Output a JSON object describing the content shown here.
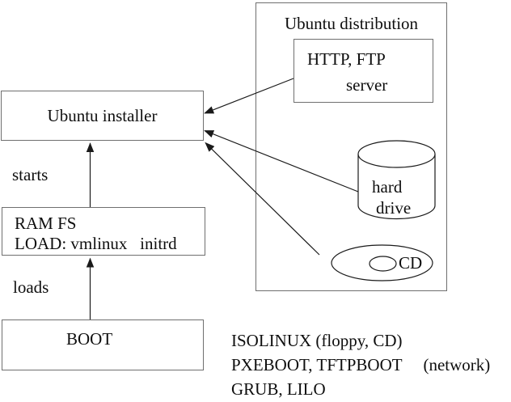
{
  "colors": {
    "background": "#ffffff",
    "box_border": "#6f6f6f",
    "line": "#1a1a1a",
    "text": "#0e0e0e"
  },
  "diagram": {
    "distribution": {
      "title": "Ubuntu distribution"
    },
    "server": {
      "line1": "HTTP, FTP",
      "line2": "server"
    },
    "hard_drive": {
      "line1": "hard",
      "line2": "drive"
    },
    "cd": {
      "label": "CD"
    },
    "installer": {
      "label": "Ubuntu installer"
    },
    "ramfs": {
      "line1": "RAM FS",
      "line2": "LOAD: vmlinux   initrd"
    },
    "boot": {
      "label": "BOOT"
    },
    "edge_labels": {
      "starts": "starts",
      "loads": "loads"
    },
    "boot_methods": [
      "ISOLINUX (floppy, CD)",
      "PXEBOOT, TFTPBOOT     (network)",
      "GRUB, LILO"
    ]
  }
}
